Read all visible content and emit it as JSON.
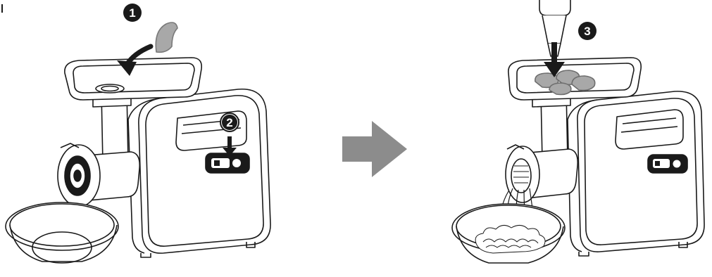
{
  "steps": [
    {
      "number": "1"
    },
    {
      "number": "2"
    },
    {
      "number": "3"
    }
  ],
  "icons": {
    "transition_arrow": "right-arrow-icon",
    "direction_arrow": "curved-arrow-icon",
    "push_arrow": "down-arrow-icon"
  },
  "colors": {
    "outline": "#1a1a1a",
    "badge": "#1a1a1a",
    "arrow": "#8c8c8c"
  }
}
